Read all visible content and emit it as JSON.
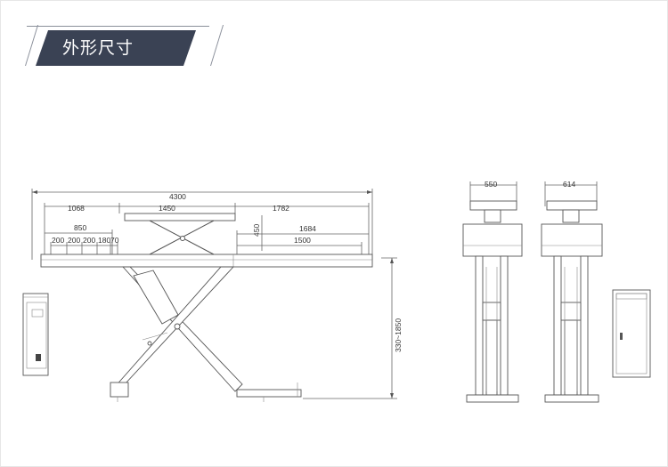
{
  "header": {
    "title": "外形尺寸"
  },
  "dimensions": {
    "total_length": "4300",
    "left_offset": "1068",
    "top_platform": "1450",
    "right_offset": "1782",
    "left_span": "850",
    "left_segments": [
      "200",
      "200",
      "200",
      "180",
      "70"
    ],
    "platform_thickness": "450",
    "right_extension": "1684",
    "right_inner": "1500",
    "height_range": "330~1850",
    "front_width_a": "550",
    "front_width_b": "614"
  },
  "colors": {
    "header_bg": "#3a4254",
    "line": "#666666"
  }
}
